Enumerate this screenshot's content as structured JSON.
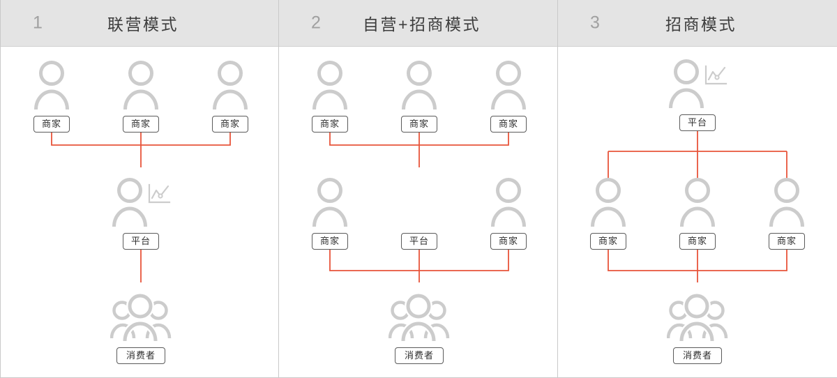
{
  "diagram": {
    "type": "org-chart",
    "node_icon_color": "#cccccc",
    "connector_color": "#e8543a",
    "header_bg": "#e4e4e4",
    "labels": {
      "merchant": "商家",
      "platform": "平台",
      "consumer": "消费者"
    },
    "icons": {
      "person": "person-icon",
      "person_with_chart": "person-with-chart-icon",
      "group": "people-group-icon"
    },
    "panels": [
      {
        "number": "1",
        "title": "联营模式",
        "rows": [
          {
            "name": "merchants-row",
            "nodes": [
              {
                "label": "商家",
                "icon": "person-icon"
              },
              {
                "label": "商家",
                "icon": "person-icon"
              },
              {
                "label": "商家",
                "icon": "person-icon"
              }
            ]
          },
          {
            "name": "platform-row",
            "nodes": [
              {
                "label": "平台",
                "icon": "person-with-chart-icon"
              }
            ]
          },
          {
            "name": "consumer-row",
            "nodes": [
              {
                "label": "消费者",
                "icon": "people-group-icon"
              }
            ]
          }
        ]
      },
      {
        "number": "2",
        "title": "自营+招商模式",
        "rows": [
          {
            "name": "merchants-row",
            "nodes": [
              {
                "label": "商家",
                "icon": "person-icon"
              },
              {
                "label": "商家",
                "icon": "person-icon"
              },
              {
                "label": "商家",
                "icon": "person-icon"
              }
            ]
          },
          {
            "name": "mixed-row",
            "nodes": [
              {
                "label": "商家",
                "icon": "person-icon"
              },
              {
                "label": "平台",
                "icon": "none"
              },
              {
                "label": "商家",
                "icon": "person-icon"
              }
            ]
          },
          {
            "name": "consumer-row",
            "nodes": [
              {
                "label": "消费者",
                "icon": "people-group-icon"
              }
            ]
          }
        ]
      },
      {
        "number": "3",
        "title": "招商模式",
        "rows": [
          {
            "name": "platform-row",
            "nodes": [
              {
                "label": "平台",
                "icon": "person-with-chart-icon"
              }
            ]
          },
          {
            "name": "merchants-row",
            "nodes": [
              {
                "label": "商家",
                "icon": "person-icon"
              },
              {
                "label": "商家",
                "icon": "person-icon"
              },
              {
                "label": "商家",
                "icon": "person-icon"
              }
            ]
          },
          {
            "name": "consumer-row",
            "nodes": [
              {
                "label": "消费者",
                "icon": "people-group-icon"
              }
            ]
          }
        ]
      }
    ]
  }
}
